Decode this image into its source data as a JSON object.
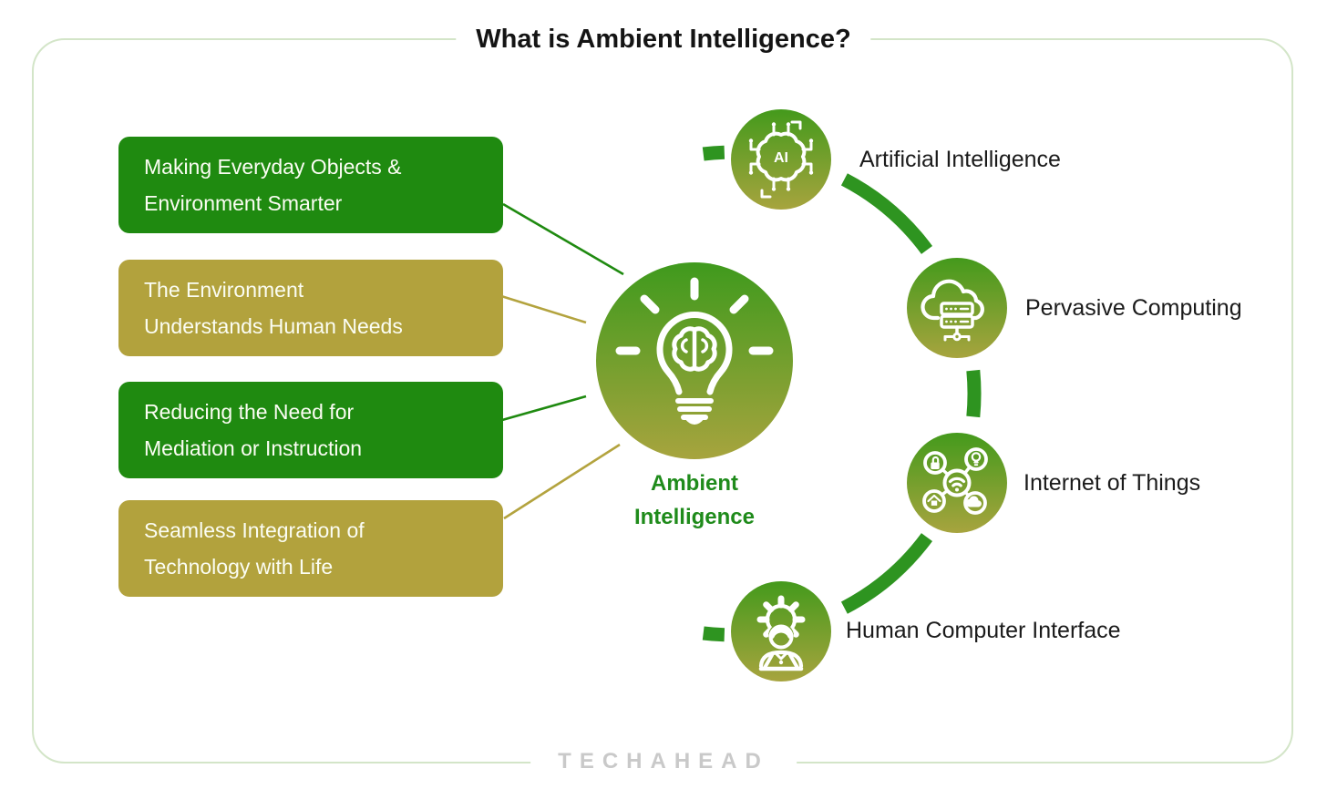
{
  "title": "What is Ambient Intelligence?",
  "watermark": "TECHAHEAD",
  "center": {
    "label_line1": "Ambient",
    "label_line2": "Intelligence",
    "icon": "lightbulb-brain-icon"
  },
  "benefits": [
    {
      "line1": "Making Everyday Objects &",
      "line2": "Environment Smarter",
      "color": "#1f8a10"
    },
    {
      "line1": "The Environment",
      "line2": "Understands Human Needs",
      "color": "#b2a23d"
    },
    {
      "line1": "Reducing the Need for",
      "line2": "Mediation or Instruction",
      "color": "#1f8a10"
    },
    {
      "line1": "Seamless Integration of",
      "line2": "Technology with Life",
      "color": "#b2a23d"
    }
  ],
  "technologies": [
    {
      "label": "Artificial Intelligence",
      "icon": "ai-chip-brain-icon",
      "icon_text": "AI"
    },
    {
      "label": "Pervasive Computing",
      "icon": "cloud-server-icon"
    },
    {
      "label": "Internet of Things",
      "icon": "iot-network-icon"
    },
    {
      "label": "Human Computer Interface",
      "icon": "person-gear-icon"
    }
  ],
  "colors": {
    "frame_border": "#d3e5c8",
    "arc_green": "#2e9420",
    "box_green": "#1f8a10",
    "box_olive": "#b2a23d",
    "gradient_top": "#449a1c",
    "gradient_bottom": "#a7a43e",
    "center_label_green": "#1f8b1b",
    "watermark_gray": "#c9c9c9"
  }
}
